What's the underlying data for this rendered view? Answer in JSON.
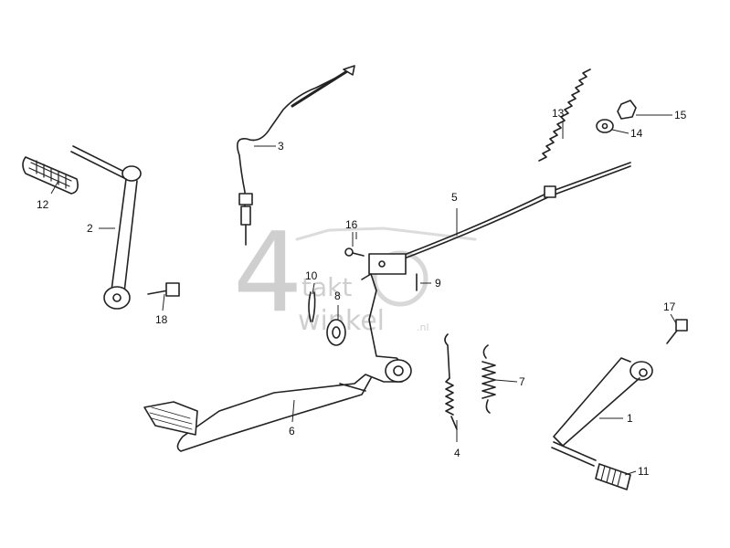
{
  "watermark": {
    "big": "4",
    "line1": "takt",
    "line2": "winkel",
    "suffix": ".nl"
  },
  "callouts": {
    "p1": "1",
    "p2": "2",
    "p3": "3",
    "p4": "4",
    "p5": "5",
    "p6": "6",
    "p7": "7",
    "p8": "8",
    "p9": "9",
    "p10": "10",
    "p11": "11",
    "p12": "12",
    "p13": "13",
    "p14": "14",
    "p15": "15",
    "p16": "16",
    "p17": "17",
    "p18": "18"
  }
}
